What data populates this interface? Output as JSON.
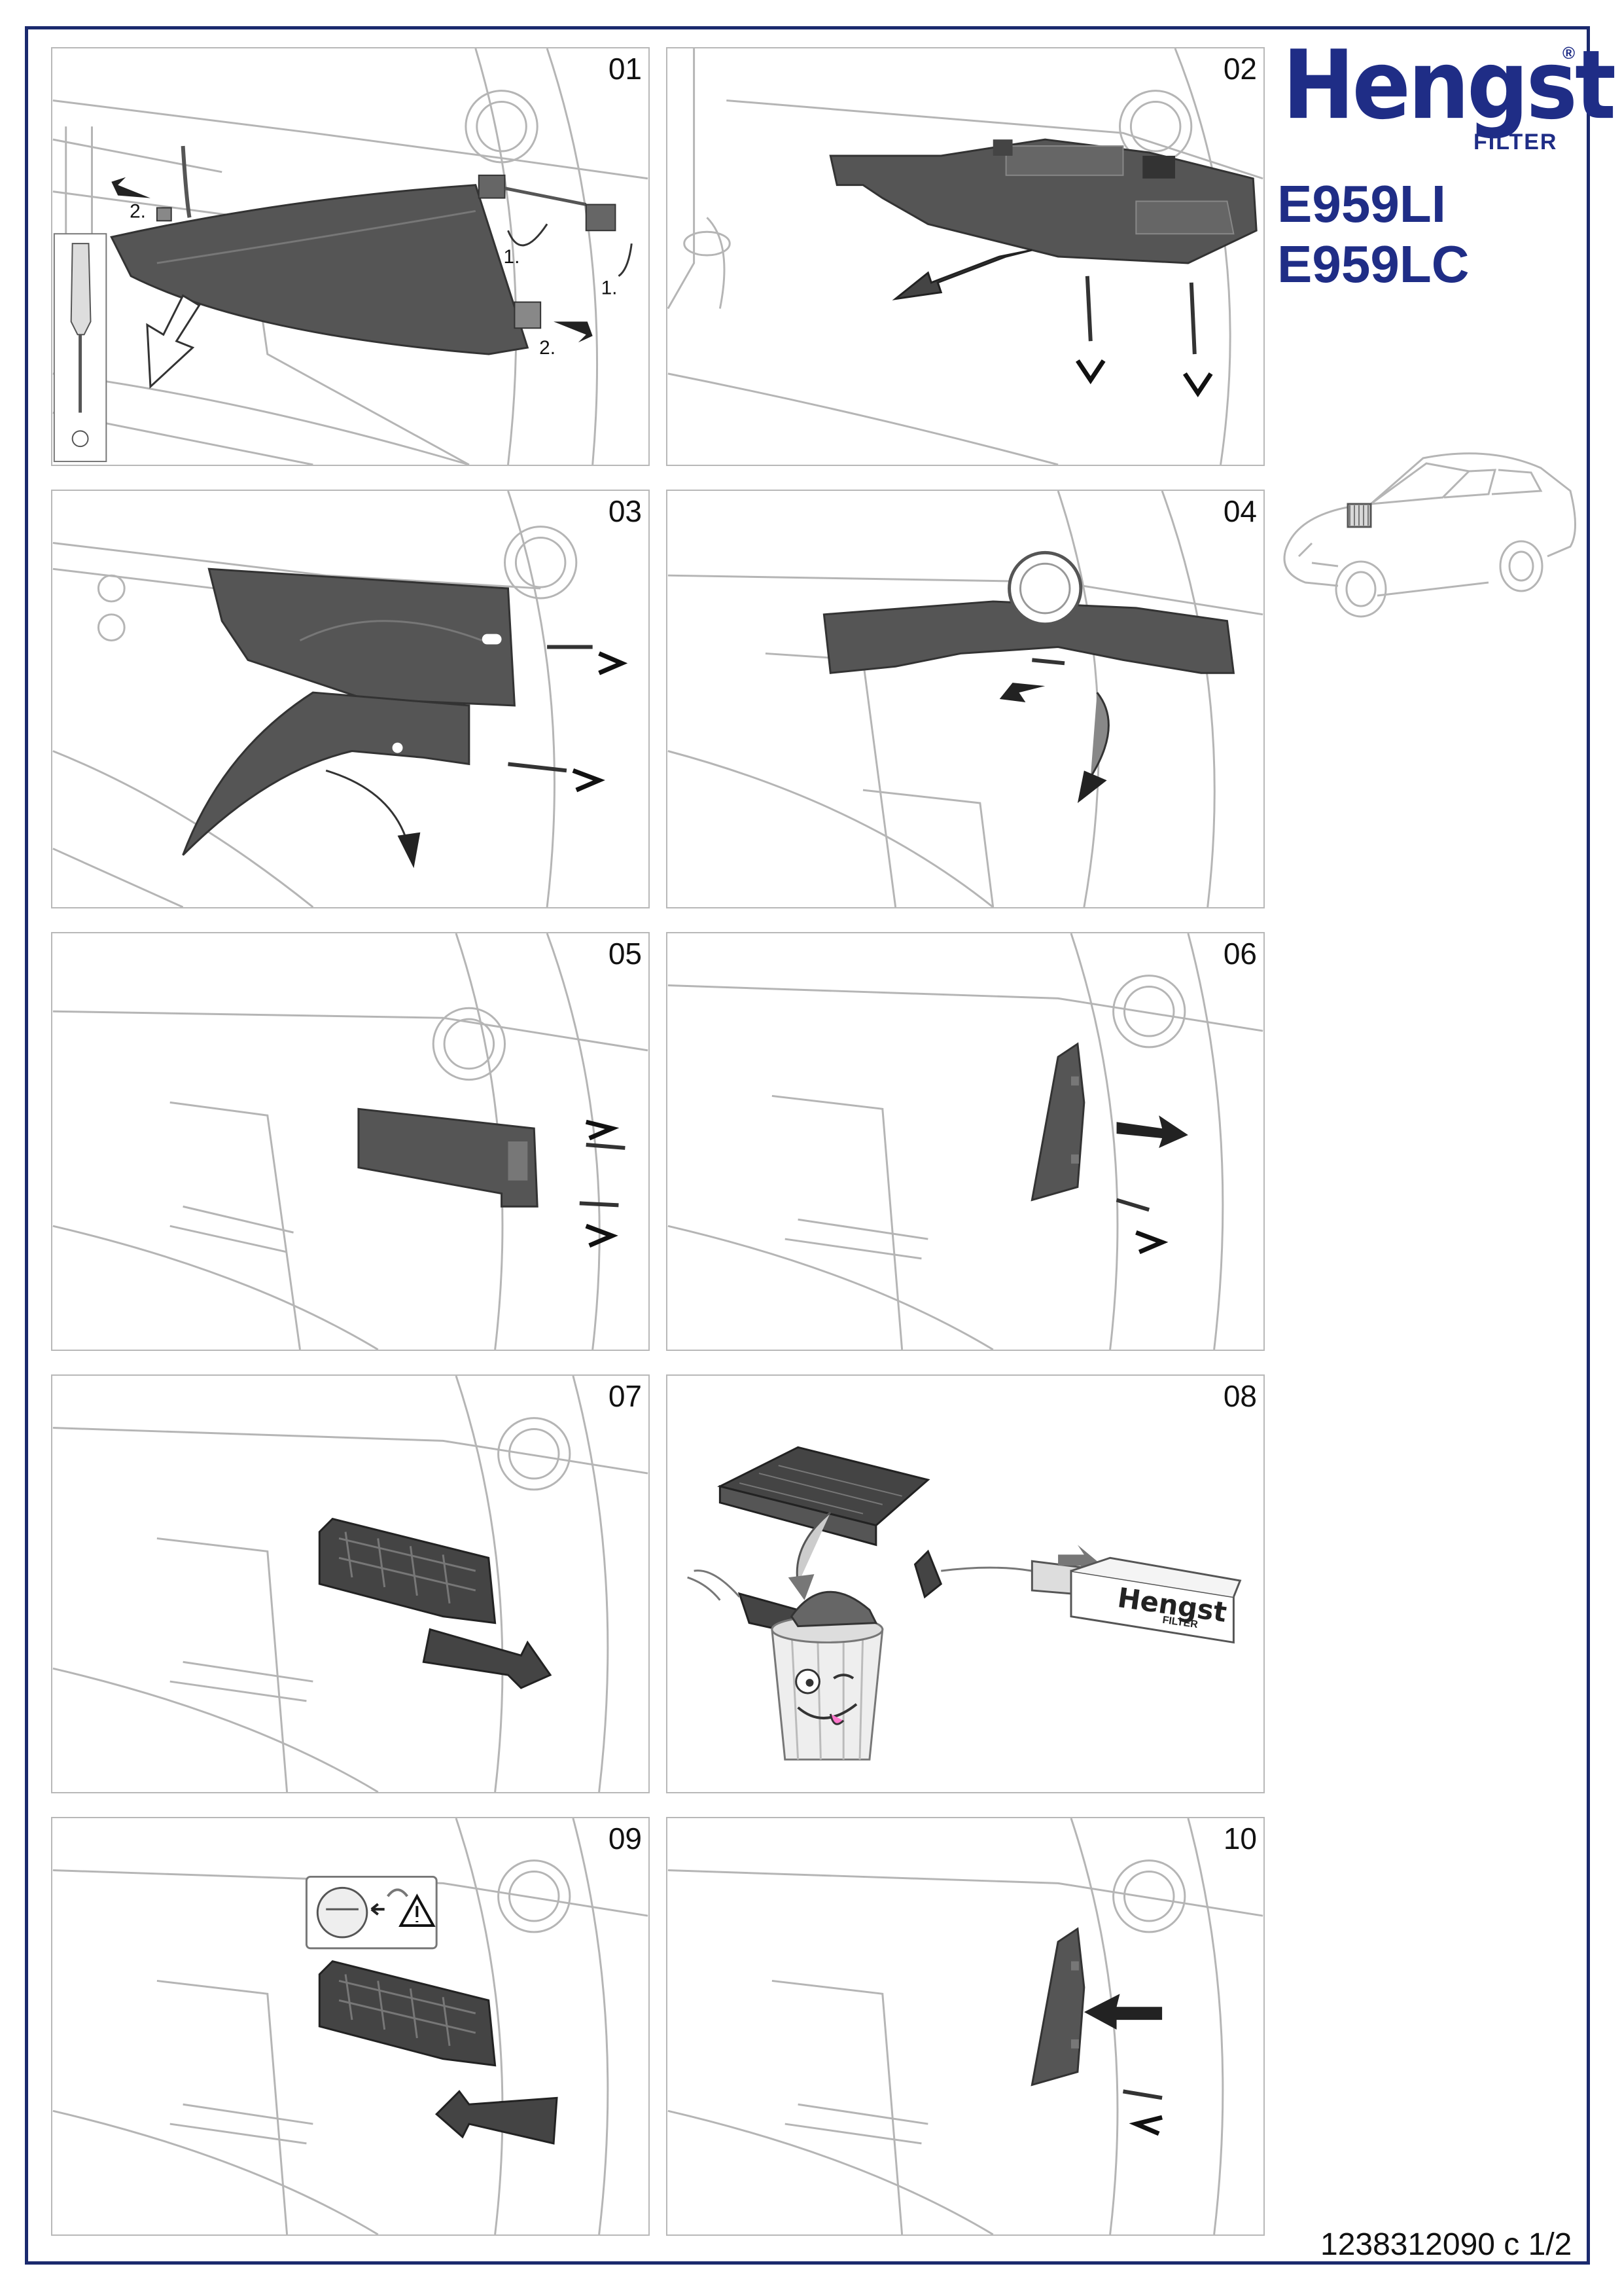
{
  "brand": {
    "name": "Hengst",
    "reg": "®",
    "sub": "FILTER"
  },
  "parts": [
    "E959LI",
    "E959LC"
  ],
  "steps": [
    "01",
    "02",
    "03",
    "04",
    "05",
    "06",
    "07",
    "08",
    "09",
    "10"
  ],
  "step1_labels": [
    "2.",
    "1.",
    "1.",
    "2."
  ],
  "box_brand": "Hengst",
  "box_sub": "FILTER",
  "footer_code": "1238312090 c 1/2",
  "colors": {
    "brand_blue": "#1f2d86",
    "part_dark": "#4a4a4a",
    "line_gray": "#b5b5b5"
  }
}
